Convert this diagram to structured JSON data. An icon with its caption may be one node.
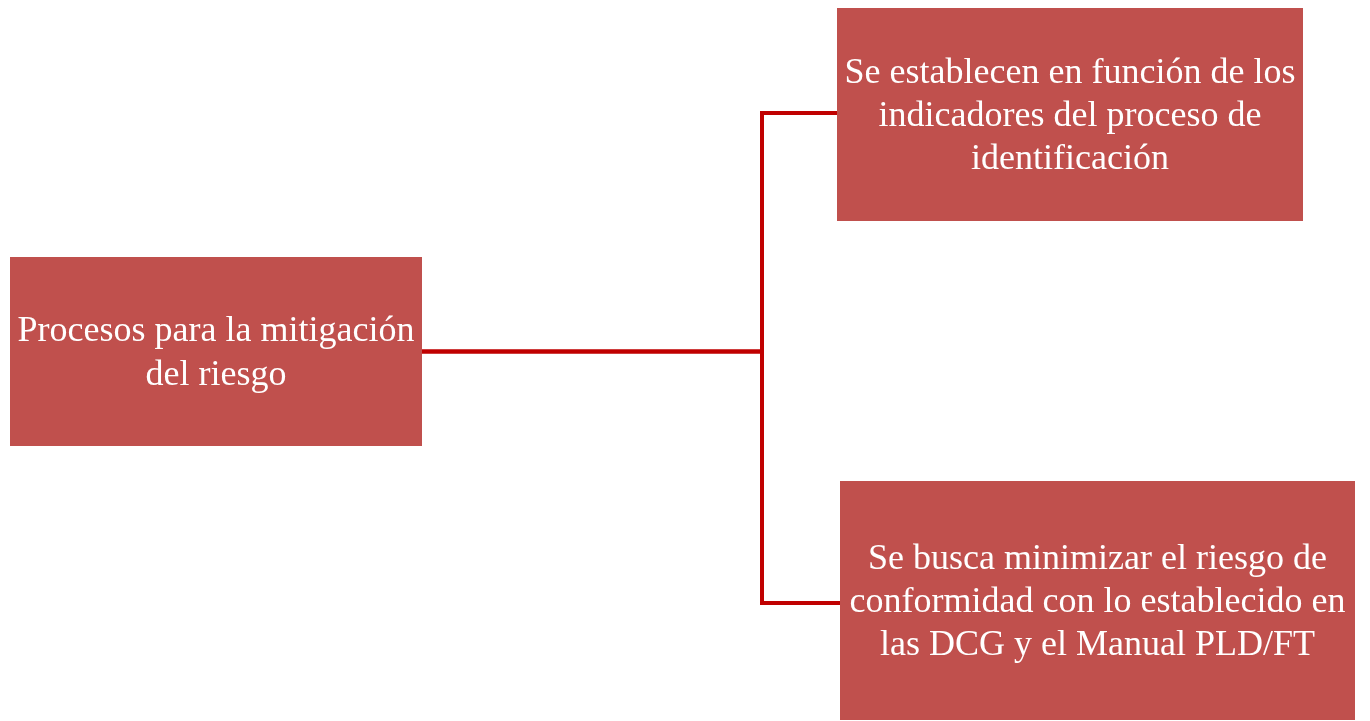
{
  "diagram": {
    "nodes": [
      {
        "text": [
          "Procesos para la mitigación del riesgo"
        ]
      },
      {
        "text": [
          "Se establecen en función de los indicadores del proceso de identificación"
        ]
      },
      {
        "text": [
          "Se busca minimizar el riesgo de conformidad con lo establecido en las DCG y el Manual PLD/FT"
        ]
      }
    ],
    "edges": [
      {
        "from": 0,
        "to": 1,
        "arrow": "none"
      },
      {
        "from": 0,
        "to": 2,
        "arrow": "none"
      }
    ]
  }
}
